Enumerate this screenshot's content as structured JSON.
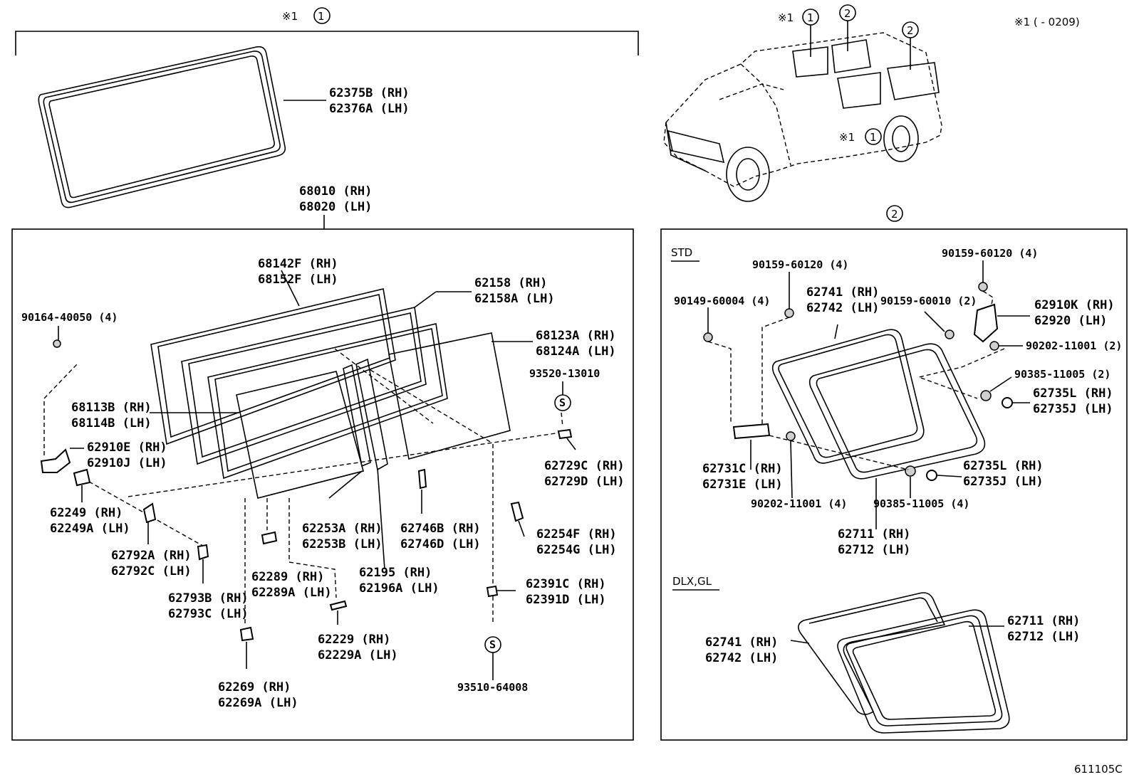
{
  "diagram_code": "611105C",
  "note": {
    "mark": "※1",
    "text": "※1 (      - 0209)"
  },
  "refs": {
    "ref1": "①",
    "ref2": "②",
    "mark": "※1"
  },
  "sections": {
    "std": "STD",
    "dlxgl": "DLX,GL"
  },
  "parts": {
    "p62375": [
      "62375B (RH)",
      "62376A (LH)"
    ],
    "p68010": [
      "68010 (RH)",
      "68020 (LH)"
    ],
    "p68142": [
      "68142F (RH)",
      "68152F (LH)"
    ],
    "p62158": [
      "62158 (RH)",
      "62158A (LH)"
    ],
    "p68123": [
      "68123A (RH)",
      "68124A (LH)"
    ],
    "p90164": [
      "90164-40050 (4)"
    ],
    "p93520": [
      "93520-13010"
    ],
    "p68113": [
      "68113B (RH)",
      "68114B (LH)"
    ],
    "p62910e": [
      "62910E (RH)",
      "62910J (LH)"
    ],
    "p62729": [
      "62729C (RH)",
      "62729D (LH)"
    ],
    "p62249": [
      "62249 (RH)",
      "62249A (LH)"
    ],
    "p62253": [
      "62253A (RH)",
      "62253B (LH)"
    ],
    "p62746": [
      "62746B (RH)",
      "62746D (LH)"
    ],
    "p62254": [
      "62254F (RH)",
      "62254G (LH)"
    ],
    "p62792": [
      "62792A (RH)",
      "62792C (LH)"
    ],
    "p62289": [
      "62289 (RH)",
      "62289A (LH)"
    ],
    "p62195": [
      "62195 (RH)",
      "62196A (LH)"
    ],
    "p62391": [
      "62391C (RH)",
      "62391D (LH)"
    ],
    "p62793": [
      "62793B (RH)",
      "62793C (LH)"
    ],
    "p62229": [
      "62229 (RH)",
      "62229A (LH)"
    ],
    "p62269": [
      "62269 (RH)",
      "62269A (LH)"
    ],
    "p93510": [
      "93510-64008"
    ],
    "p90159a": [
      "90159-60120 (4)"
    ],
    "p90159b": [
      "90159-60120 (4)"
    ],
    "p90149": [
      "90149-60004 (4)"
    ],
    "p62741std": [
      "62741 (RH)",
      "62742 (LH)"
    ],
    "p90159c": [
      "90159-60010 (2)"
    ],
    "p62910k": [
      "62910K (RH)",
      "62920 (LH)"
    ],
    "p90202a": [
      "90202-11001 (2)"
    ],
    "p90385a": [
      "90385-11005 (2)"
    ],
    "p62735a": [
      "62735L (RH)",
      "62735J (LH)"
    ],
    "p62731": [
      "62731C (RH)",
      "62731E (LH)"
    ],
    "p62735b": [
      "62735L (RH)",
      "62735J (LH)"
    ],
    "p90202b": [
      "90202-11001 (4)"
    ],
    "p90385b": [
      "90385-11005 (4)"
    ],
    "p62711std": [
      "62711 (RH)",
      "62712 (LH)"
    ],
    "p62741dlx": [
      "62741 (RH)",
      "62742 (LH)"
    ],
    "p62711dlx": [
      "62711 (RH)",
      "62712 (LH)"
    ]
  },
  "screw_symbol": "S"
}
